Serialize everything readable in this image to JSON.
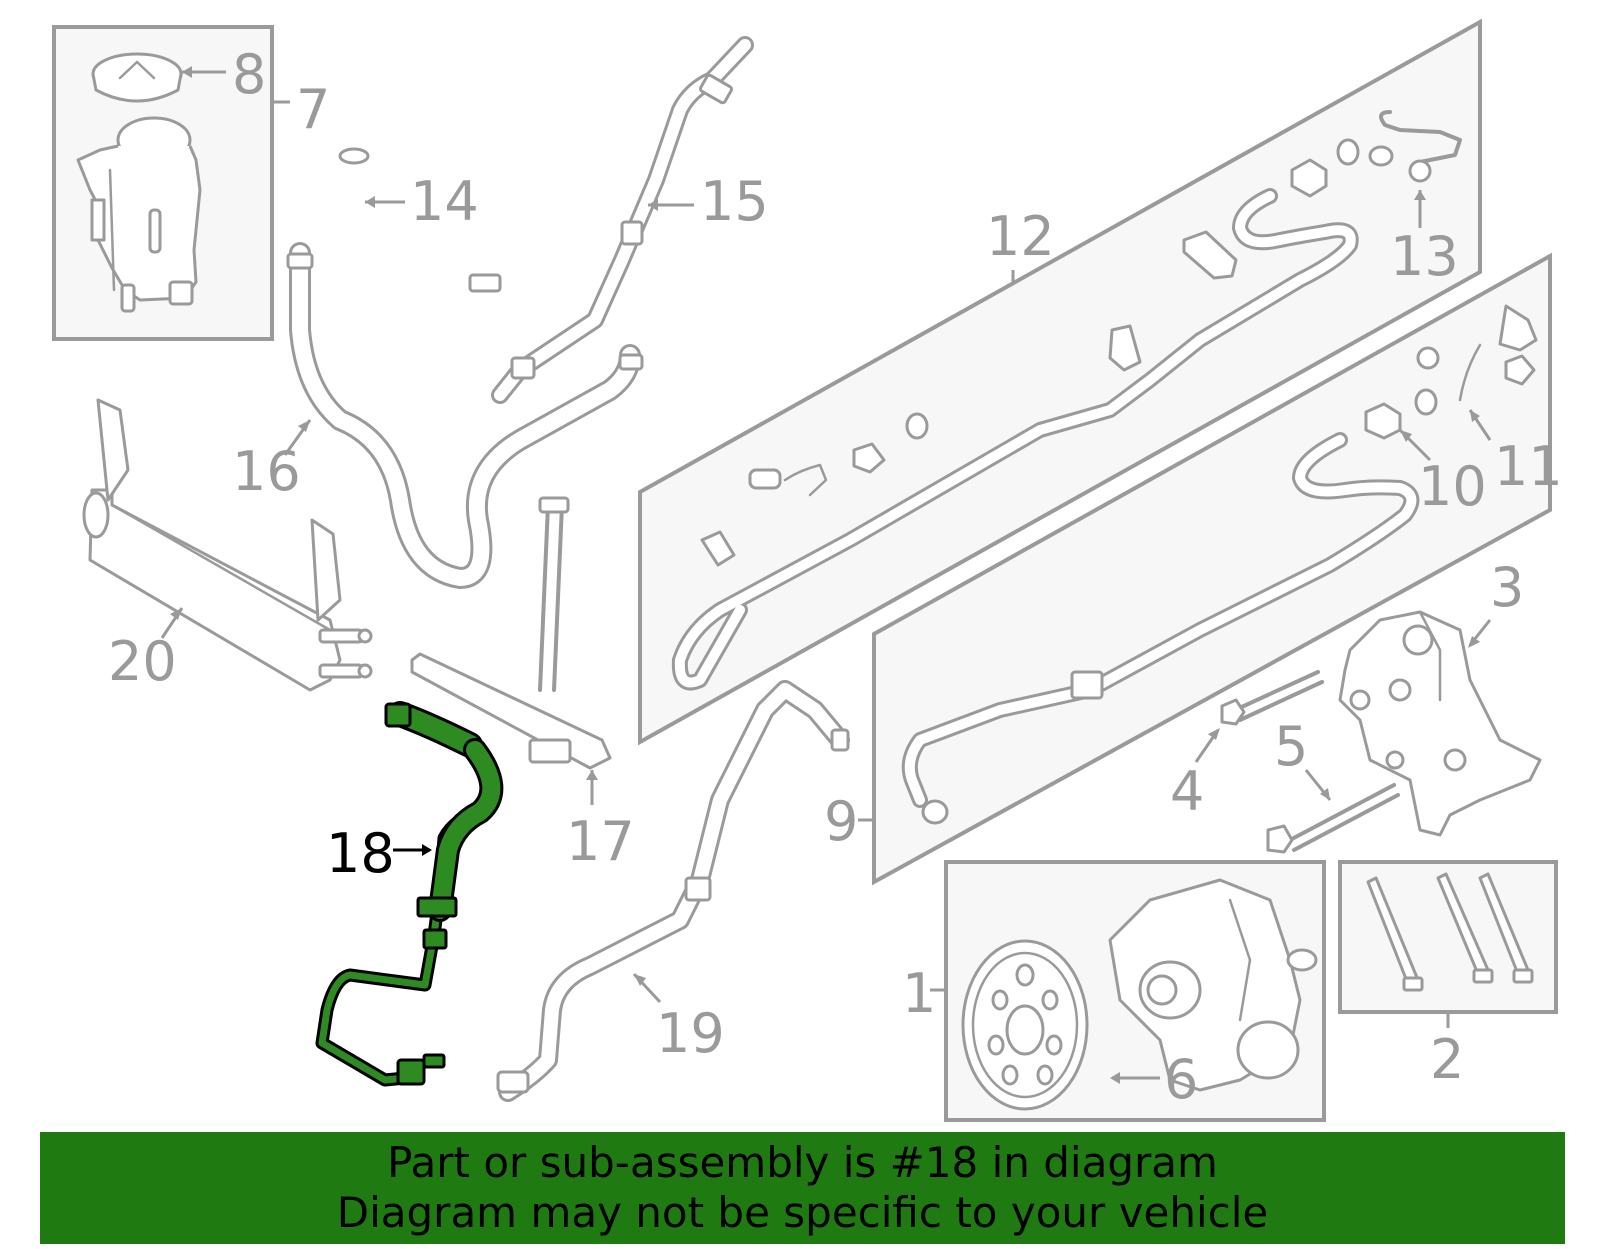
{
  "callouts": {
    "c1": "1",
    "c2": "2",
    "c3": "3",
    "c4": "4",
    "c5": "5",
    "c6": "6",
    "c7": "7",
    "c8": "8",
    "c9": "9",
    "c10": "10",
    "c11": "11",
    "c12": "12",
    "c13": "13",
    "c14": "14",
    "c15": "15",
    "c16": "16",
    "c17": "17",
    "c18": "18",
    "c19": "19",
    "c20": "20"
  },
  "highlighted_part": "18",
  "colors": {
    "highlight": "#2e8b22",
    "banner": "#1f7a12",
    "parts": "#9a9a9a"
  },
  "banner": {
    "line1": "Part or sub-assembly is #18 in diagram",
    "line2": "Diagram may not be specific to your vehicle"
  }
}
